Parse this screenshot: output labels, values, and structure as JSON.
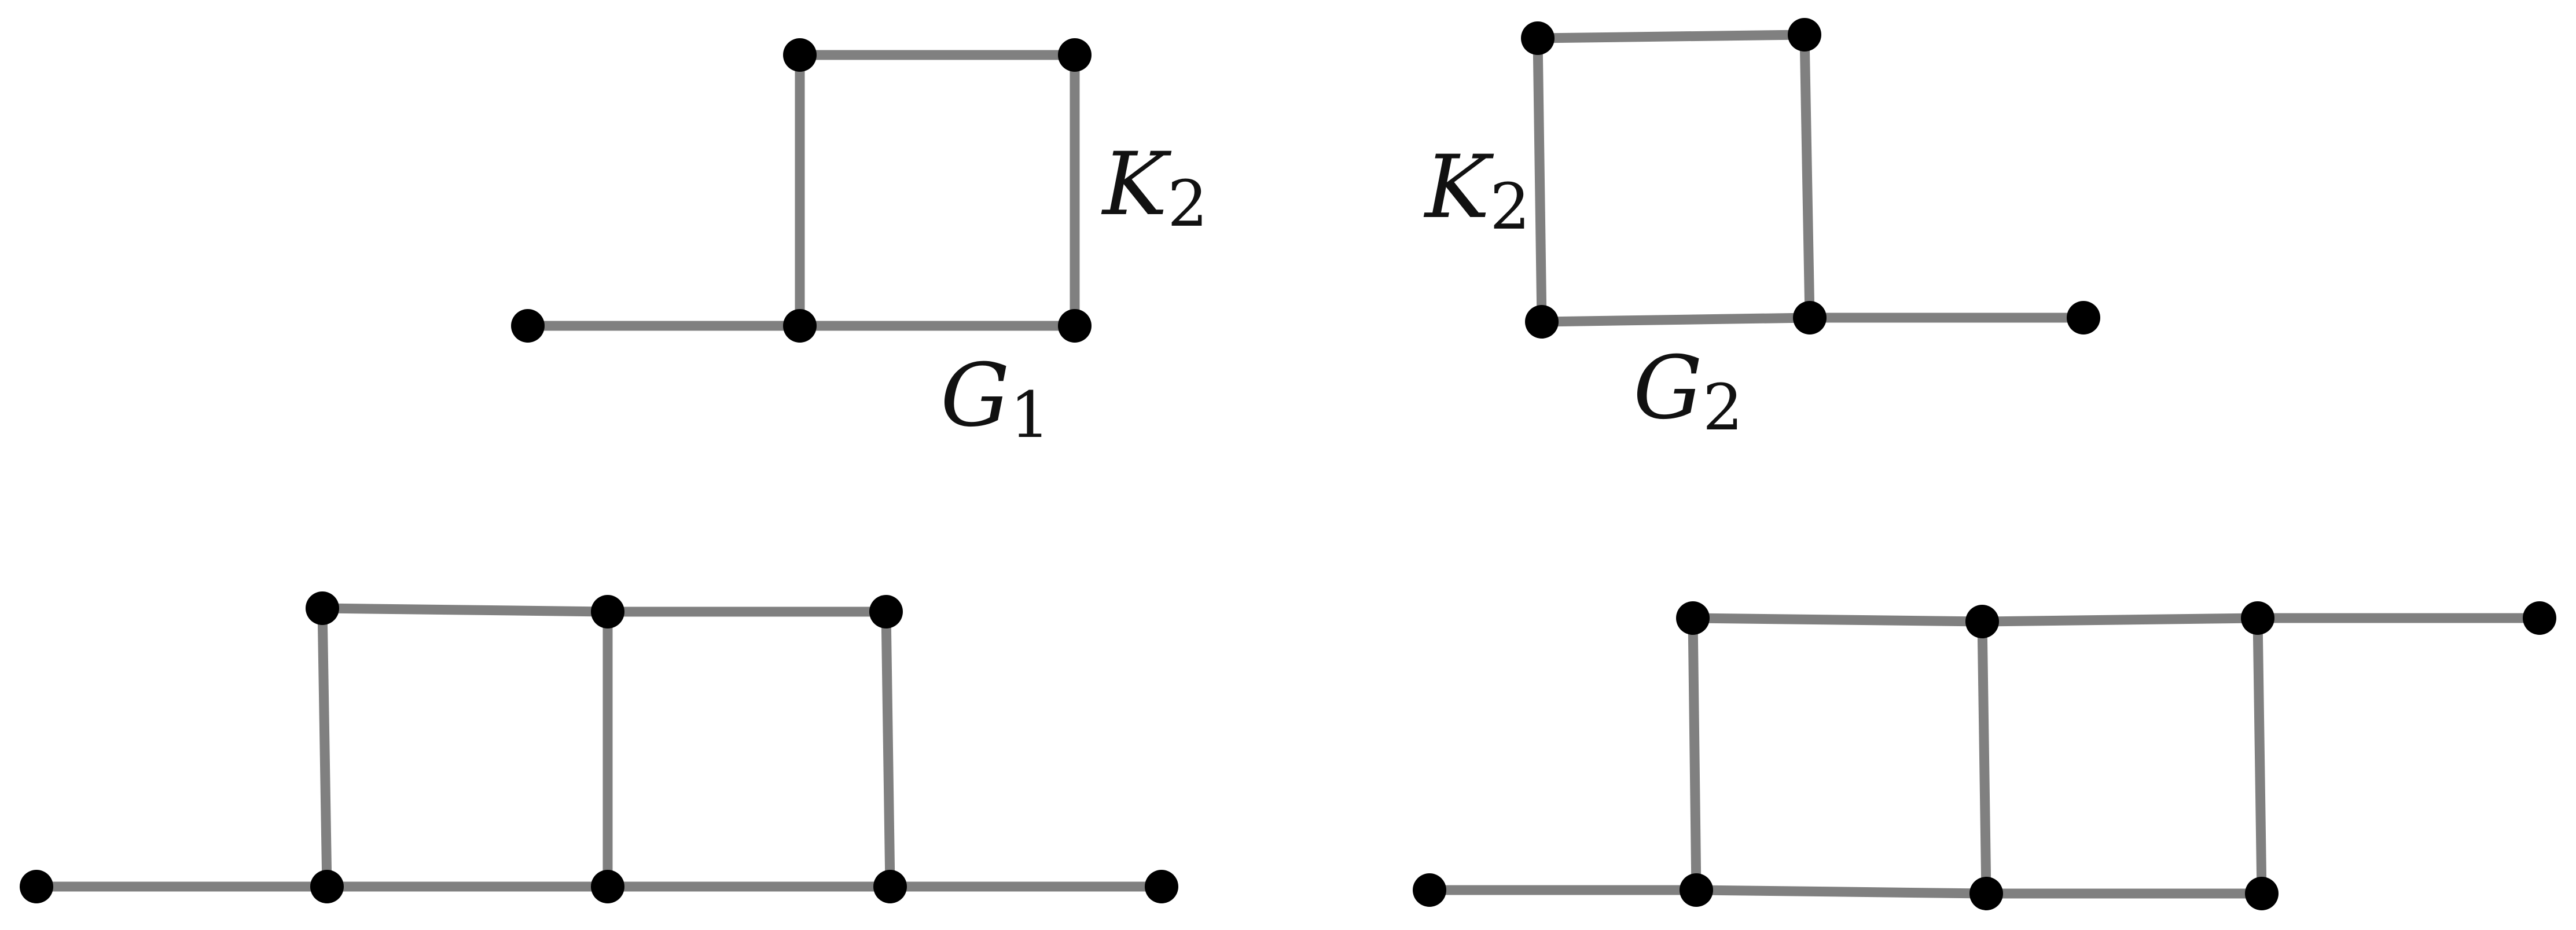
{
  "graphs": [
    {
      "id": "g1",
      "vertices": [
        "a",
        "b",
        "c",
        "d",
        "e"
      ],
      "edges": [
        [
          "a",
          "b"
        ],
        [
          "b",
          "c"
        ],
        [
          "b",
          "d"
        ],
        [
          "d",
          "e"
        ],
        [
          "e",
          "c"
        ]
      ],
      "labels": {
        "graph_main": "G",
        "graph_sub": "1",
        "cycle_main": "K",
        "cycle_sub": "2"
      }
    },
    {
      "id": "g2",
      "vertices": [
        "a",
        "b",
        "c",
        "d",
        "e"
      ],
      "edges": [
        [
          "a",
          "b"
        ],
        [
          "a",
          "c"
        ],
        [
          "b",
          "d"
        ],
        [
          "c",
          "d"
        ],
        [
          "d",
          "e"
        ]
      ],
      "labels": {
        "graph_main": "G",
        "graph_sub": "2",
        "cycle_main": "K",
        "cycle_sub": "2"
      }
    },
    {
      "id": "g3",
      "vertices": [
        "l0",
        "l1",
        "l2",
        "l3",
        "l4",
        "u1",
        "u2",
        "u3"
      ],
      "edges": [
        [
          "l0",
          "l1"
        ],
        [
          "l1",
          "l2"
        ],
        [
          "l2",
          "l3"
        ],
        [
          "l3",
          "l4"
        ],
        [
          "u1",
          "u2"
        ],
        [
          "u2",
          "u3"
        ],
        [
          "u1",
          "l1"
        ],
        [
          "u2",
          "l2"
        ],
        [
          "u3",
          "l3"
        ]
      ],
      "labels": {}
    },
    {
      "id": "g4",
      "vertices": [
        "l0",
        "l1",
        "l2",
        "l3",
        "u1",
        "u2",
        "u3",
        "u4"
      ],
      "edges": [
        [
          "l0",
          "l1"
        ],
        [
          "l1",
          "l2"
        ],
        [
          "l2",
          "l3"
        ],
        [
          "u1",
          "u2"
        ],
        [
          "u2",
          "u3"
        ],
        [
          "u3",
          "u4"
        ],
        [
          "u1",
          "l1"
        ],
        [
          "u2",
          "l2"
        ],
        [
          "u3",
          "l3"
        ]
      ],
      "labels": {}
    }
  ]
}
